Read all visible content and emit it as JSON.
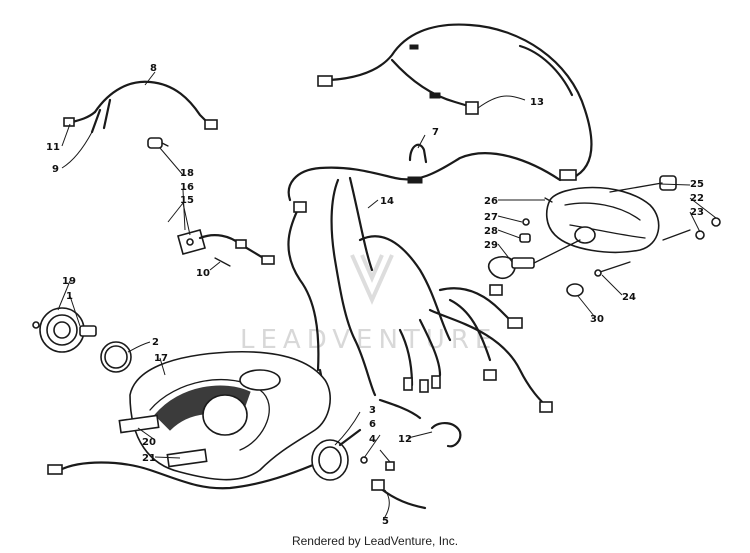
{
  "diagram": {
    "footer_text": "Rendered by LeadVenture, Inc.",
    "watermark_text": "LEADVENTURE",
    "callouts": [
      "1",
      "2",
      "3",
      "4",
      "5",
      "6",
      "7",
      "8",
      "9",
      "10",
      "11",
      "12",
      "13",
      "14",
      "15",
      "16",
      "17",
      "18",
      "19",
      "20",
      "21",
      "22",
      "23",
      "24",
      "25",
      "26",
      "27",
      "28",
      "29",
      "30"
    ]
  }
}
